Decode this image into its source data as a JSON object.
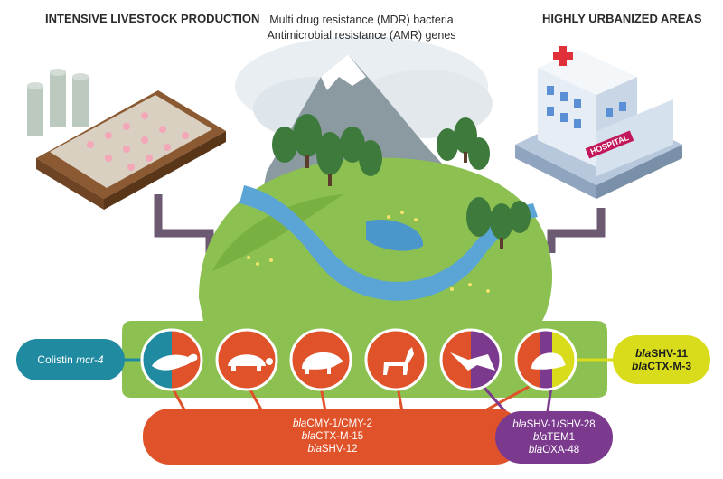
{
  "headers": {
    "left": "INTENSIVE LIVESTOCK PRODUCTION",
    "center_line1": "Multi drug resistance (MDR) bacteria",
    "center_line2": "Antimicrobial resistance (AMR) genes",
    "right": "HIGHLY URBANIZED AREAS"
  },
  "hospital_sign": "HOSPITAL",
  "animals": [
    {
      "name": "ferret",
      "icon": "ferret-icon"
    },
    {
      "name": "turtle",
      "icon": "turtle-icon"
    },
    {
      "name": "wild boar",
      "icon": "boar-icon"
    },
    {
      "name": "goat",
      "icon": "goat-icon"
    },
    {
      "name": "bird of prey",
      "icon": "eagle-icon"
    },
    {
      "name": "hedgehog",
      "icon": "hedgehog-icon"
    }
  ],
  "boxes": {
    "colistin": {
      "prefix": "Colistin ",
      "gene": "mcr-4"
    },
    "yellow": [
      {
        "prefix": "bla",
        "gene": "SHV-11"
      },
      {
        "prefix": "bla",
        "gene": "CTX-M-3"
      }
    ],
    "orange": [
      {
        "prefix": "bla",
        "gene": "CMY-1/CMY-2"
      },
      {
        "prefix": "bla",
        "gene": "CTX-M-15"
      },
      {
        "prefix": "bla",
        "gene": "SHV-12"
      }
    ],
    "purple": [
      {
        "prefix": "bla",
        "gene": "SHV-1/SHV-28"
      },
      {
        "prefix": "bla",
        "gene": "TEM1"
      },
      {
        "prefix": "bla",
        "gene": "OXA-48"
      }
    ]
  },
  "colors": {
    "orange": "#e0522a",
    "teal": "#1f8aa0",
    "purple": "#7b3a8e",
    "yellow": "#d8dc1a",
    "green": "#8cc152",
    "connector": "#6b5a72"
  }
}
